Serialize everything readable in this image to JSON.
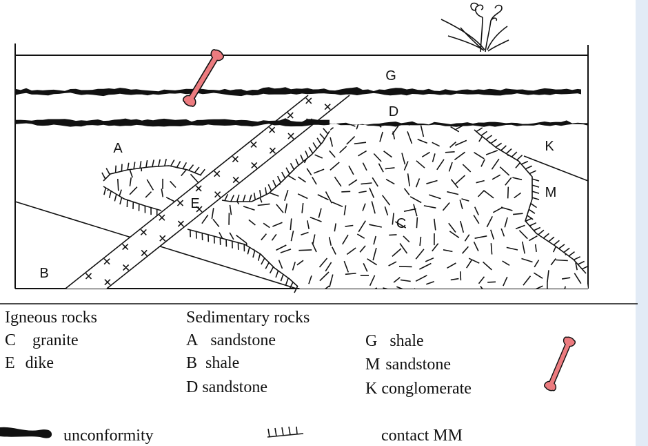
{
  "diagram": {
    "labels": {
      "g": "G",
      "d": "D",
      "a": "A",
      "k": "K",
      "m": "M",
      "e": "E",
      "c": "C",
      "b": "B"
    },
    "icons": {
      "fossil": "bone-fossil-icon",
      "plant": "plant-sketch-icon"
    }
  },
  "legend": {
    "igneous": {
      "heading": "Igneous rocks",
      "items": [
        {
          "code": "C",
          "name": "granite"
        },
        {
          "code": "E",
          "name": "dike"
        }
      ]
    },
    "sedimentary": {
      "heading": "Sedimentary rocks",
      "items": [
        {
          "code": "A",
          "name": "sandstone"
        },
        {
          "code": "B",
          "name": "shale"
        },
        {
          "code": "D",
          "name": "sandstone"
        },
        {
          "code": "G",
          "name": "shale"
        },
        {
          "code": "M",
          "name": "sandstone"
        },
        {
          "code": "K",
          "name": "conglomerate"
        }
      ]
    },
    "symbols": {
      "unconformity": "unconformity",
      "contact": "contact MM"
    },
    "icons": {
      "fossil": "bone-fossil-icon",
      "unconformity": "unconformity-symbol-icon",
      "contact": "contact-hatch-icon"
    }
  },
  "colors": {
    "fossil": "#ec7b7f",
    "ink": "#111111",
    "edge_strip": "#e2ebf6"
  }
}
